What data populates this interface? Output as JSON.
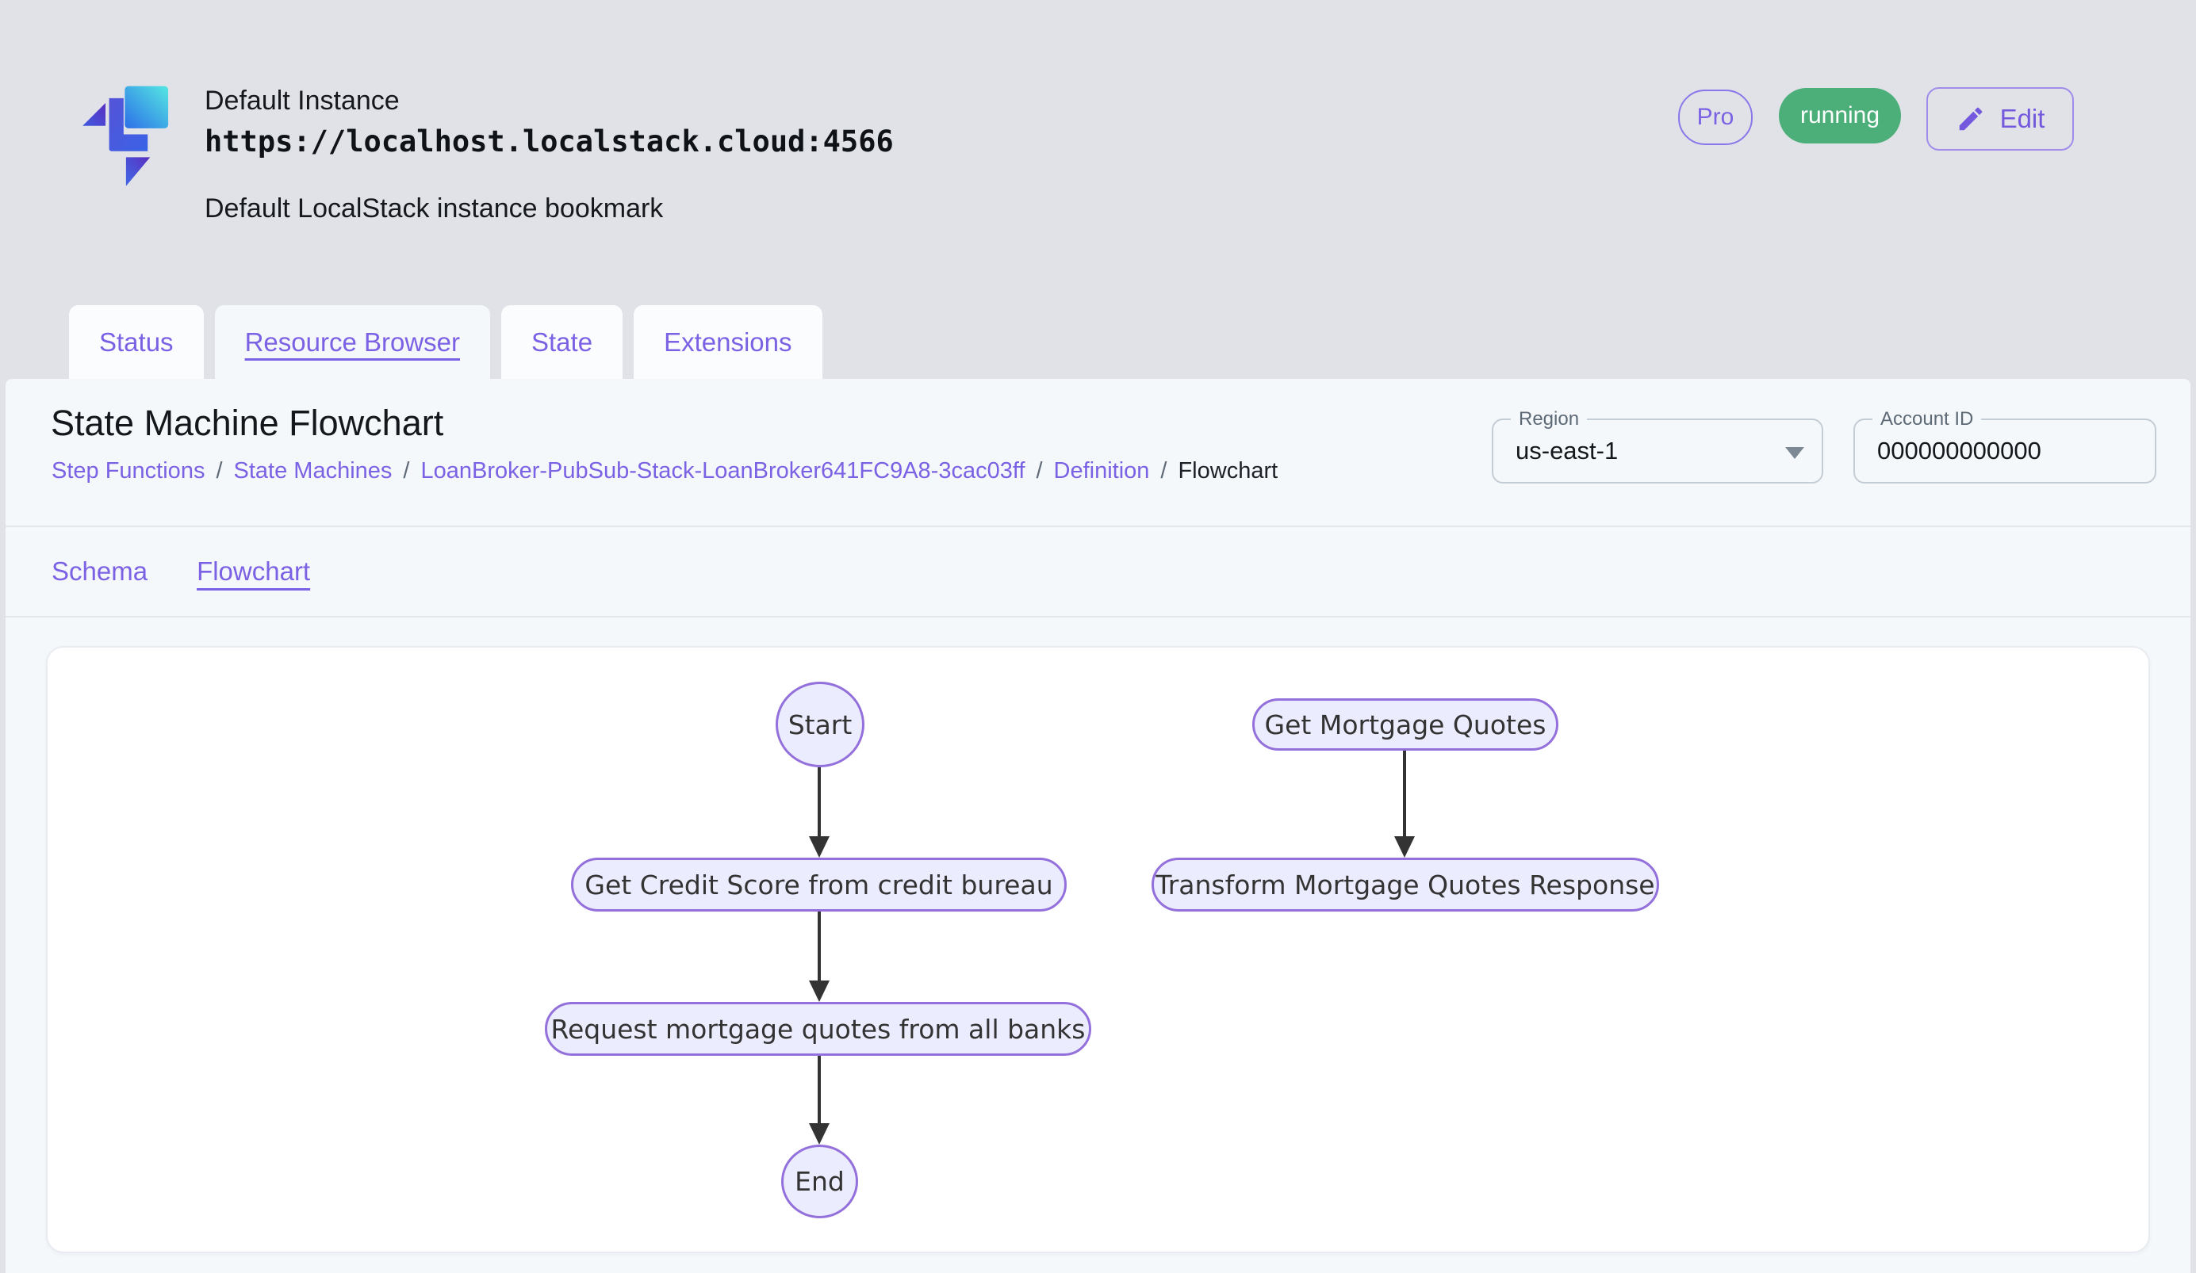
{
  "colors": {
    "accent_purple": "#7b61e3",
    "running_green": "#4caf79",
    "node_fill": "#ececff",
    "node_stroke": "#9370db",
    "page_background": "#e0e2e7",
    "panel_background": "#f5f8fb"
  },
  "header": {
    "instance_name": "Default Instance",
    "instance_url": "https://localhost.localstack.cloud:4566",
    "instance_description": "Default LocalStack instance bookmark",
    "pro_badge": "Pro",
    "status_badge": "running",
    "edit_button": "Edit"
  },
  "tabs": [
    {
      "label": "Status",
      "active": false
    },
    {
      "label": "Resource Browser",
      "active": true
    },
    {
      "label": "State",
      "active": false
    },
    {
      "label": "Extensions",
      "active": false
    }
  ],
  "page": {
    "title": "State Machine Flowchart",
    "breadcrumb": {
      "links": [
        "Step Functions",
        "State Machines",
        "LoanBroker-PubSub-Stack-LoanBroker641FC9A8-3cac03ff",
        "Definition"
      ],
      "separator": "/",
      "current": "Flowchart"
    },
    "region": {
      "label": "Region",
      "value": "us-east-1"
    },
    "account": {
      "label": "Account ID",
      "value": "000000000000"
    },
    "subtabs": [
      {
        "label": "Schema",
        "active": false
      },
      {
        "label": "Flowchart",
        "active": true
      }
    ]
  },
  "flowchart": {
    "nodes": [
      {
        "id": "start",
        "label": "Start",
        "shape": "ellipse"
      },
      {
        "id": "credit",
        "label": "Get Credit Score from credit bureau",
        "shape": "rounded"
      },
      {
        "id": "request",
        "label": "Request mortgage quotes from all banks",
        "shape": "rounded"
      },
      {
        "id": "end",
        "label": "End",
        "shape": "ellipse"
      },
      {
        "id": "get_quotes",
        "label": "Get Mortgage Quotes",
        "shape": "rounded"
      },
      {
        "id": "transform",
        "label": "Transform Mortgage Quotes Response",
        "shape": "rounded"
      }
    ],
    "edges": [
      {
        "from": "start",
        "to": "credit"
      },
      {
        "from": "credit",
        "to": "request"
      },
      {
        "from": "request",
        "to": "end"
      },
      {
        "from": "get_quotes",
        "to": "transform"
      }
    ]
  }
}
